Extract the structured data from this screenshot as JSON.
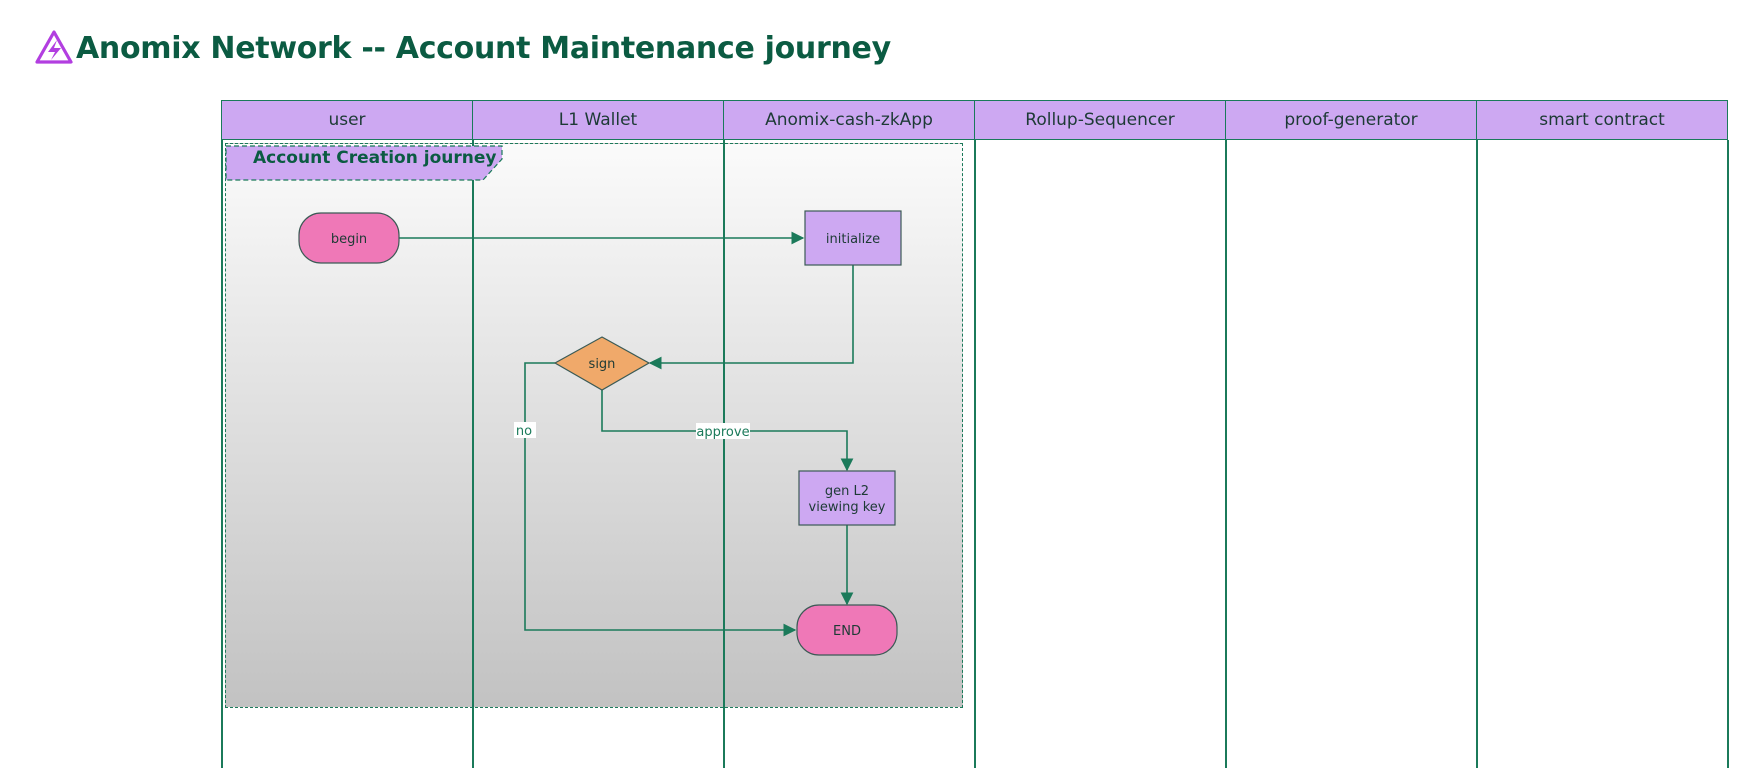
{
  "title": "Anomix Network -- Account Maintenance journey",
  "logo_icon": "anomix-lightning-triangle-icon",
  "colors": {
    "title": "#0b5b42",
    "lane_header_bg": "#cda8f2",
    "line": "#1b7a5a",
    "terminal": "#ef78b7",
    "process": "#cda8f2",
    "decision": "#f0a96a",
    "logo": "#b23ee0"
  },
  "lanes": [
    "user",
    "L1 Wallet",
    "Anomix-cash-zkApp",
    "Rollup-Sequencer",
    "proof-generator",
    "smart contract"
  ],
  "journey": {
    "label": "Account Creation journey"
  },
  "nodes": {
    "begin": "begin",
    "initialize": "initialize",
    "sign": "sign",
    "gen_key_line1": "gen L2",
    "gen_key_line2": "viewing key",
    "end": "END"
  },
  "edges": {
    "approve": "approve",
    "no": "no"
  }
}
